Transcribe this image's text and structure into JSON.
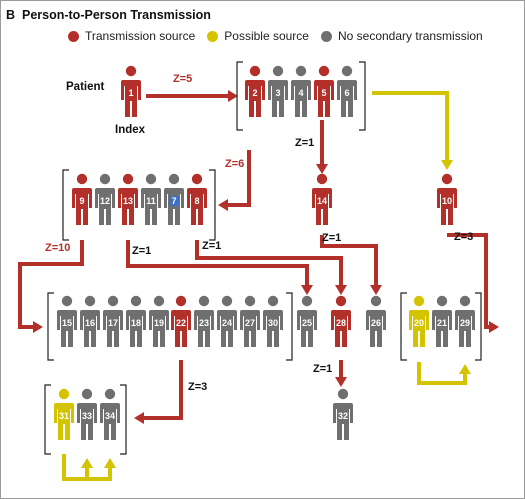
{
  "panel": {
    "letter": "B",
    "title": "Person-to-Person Transmission"
  },
  "legend": [
    {
      "label": "Transmission source",
      "color": "#b32f2a"
    },
    {
      "label": "Possible source",
      "color": "#d4c400"
    },
    {
      "label": "No secondary transmission",
      "color": "#6f6f6f"
    }
  ],
  "labels": {
    "patient": "Patient",
    "index": "Index"
  },
  "colors": {
    "source": "#b32f2a",
    "possible": "#d4c400",
    "none": "#6f6f6f",
    "highlight": "#3f6fc4"
  },
  "people": [
    {
      "id": "1",
      "status": "source"
    },
    {
      "id": "2",
      "status": "source"
    },
    {
      "id": "3",
      "status": "none"
    },
    {
      "id": "4",
      "status": "none"
    },
    {
      "id": "5",
      "status": "source"
    },
    {
      "id": "6",
      "status": "none"
    },
    {
      "id": "9",
      "status": "source"
    },
    {
      "id": "12",
      "status": "none"
    },
    {
      "id": "13",
      "status": "source"
    },
    {
      "id": "11",
      "status": "none"
    },
    {
      "id": "7",
      "status": "none",
      "badge": "highlight"
    },
    {
      "id": "8",
      "status": "source"
    },
    {
      "id": "14",
      "status": "source"
    },
    {
      "id": "10",
      "status": "source"
    },
    {
      "id": "15",
      "status": "none"
    },
    {
      "id": "16",
      "status": "none"
    },
    {
      "id": "17",
      "status": "none"
    },
    {
      "id": "18",
      "status": "none"
    },
    {
      "id": "19",
      "status": "none"
    },
    {
      "id": "22",
      "status": "source"
    },
    {
      "id": "23",
      "status": "none"
    },
    {
      "id": "24",
      "status": "none"
    },
    {
      "id": "27",
      "status": "none"
    },
    {
      "id": "30",
      "status": "none"
    },
    {
      "id": "25",
      "status": "none"
    },
    {
      "id": "28",
      "status": "source"
    },
    {
      "id": "26",
      "status": "none"
    },
    {
      "id": "20",
      "status": "possible"
    },
    {
      "id": "21",
      "status": "none"
    },
    {
      "id": "29",
      "status": "none"
    },
    {
      "id": "31",
      "status": "possible"
    },
    {
      "id": "33",
      "status": "none"
    },
    {
      "id": "34",
      "status": "none"
    },
    {
      "id": "32",
      "status": "none"
    }
  ],
  "edge_labels": [
    {
      "id": "e1",
      "text": "Z=5",
      "status": "source"
    },
    {
      "id": "e2",
      "text": "Z=1",
      "status": "none"
    },
    {
      "id": "e3",
      "text": "Z=6",
      "status": "source"
    },
    {
      "id": "e4",
      "text": "Z=10",
      "status": "source"
    },
    {
      "id": "e5",
      "text": "Z=1",
      "status": "none"
    },
    {
      "id": "e6",
      "text": "Z=1",
      "status": "none"
    },
    {
      "id": "e7",
      "text": "Z=1",
      "status": "none"
    },
    {
      "id": "e8",
      "text": "Z=3",
      "status": "none"
    },
    {
      "id": "e9",
      "text": "Z=1",
      "status": "none"
    },
    {
      "id": "e10",
      "text": "Z=3",
      "status": "none"
    }
  ]
}
